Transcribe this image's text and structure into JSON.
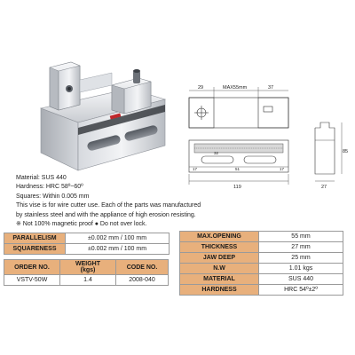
{
  "specs": [
    "Material: SUS 440",
    "Hardness: HRC 58º~60º",
    "Squares: Within 0.005 mm",
    "This vise is for wire cutter use. Each of the parts was manufactured",
    "by stainless steel and with the appliance of high erosion resisting.",
    "※ Not 100% magnetic proof   ● Do not over lock."
  ],
  "drawing": {
    "dim_29": "29",
    "dim_max": "MAX55mm",
    "dim_37_top": "37",
    "dim_119": "119",
    "dim_85": "85",
    "dim_27": "27",
    "dim_17a": "17",
    "dim_51": "51",
    "dim_17b": "17",
    "dim_32": "32"
  },
  "accuracy_table": [
    {
      "label": "PARALLELISM",
      "value": "±0.002 mm / 100 mm"
    },
    {
      "label": "SQUARENESS",
      "value": "±0.002 mm / 100 mm"
    }
  ],
  "order_table": {
    "headers": [
      "ORDER NO.",
      "WEIGHT\n(kgs)",
      "CODE NO."
    ],
    "header_order": "ORDER NO.",
    "header_weight_1": "WEIGHT",
    "header_weight_2": "(kgs)",
    "header_code": "CODE NO.",
    "rows": [
      {
        "order": "VSTV-50W",
        "weight": "1.4",
        "code": "2008-040"
      }
    ]
  },
  "spec_table": [
    {
      "label": "MAX.OPENING",
      "value": "55 mm"
    },
    {
      "label": "THICKNESS",
      "value": "27 mm"
    },
    {
      "label": "JAW DEEP",
      "value": "25 mm"
    },
    {
      "label": "N.W",
      "value": "1.01 kgs"
    },
    {
      "label": "MATERIAL",
      "value": "SUS 440"
    },
    {
      "label": "HARDNESS",
      "value": "HRC 54º±2º"
    }
  ],
  "colors": {
    "header_fill": "#e8b07c",
    "steel_light": "#e4e6ea",
    "steel_dark": "#9ea3aa",
    "accent_red": "#c0282c"
  }
}
